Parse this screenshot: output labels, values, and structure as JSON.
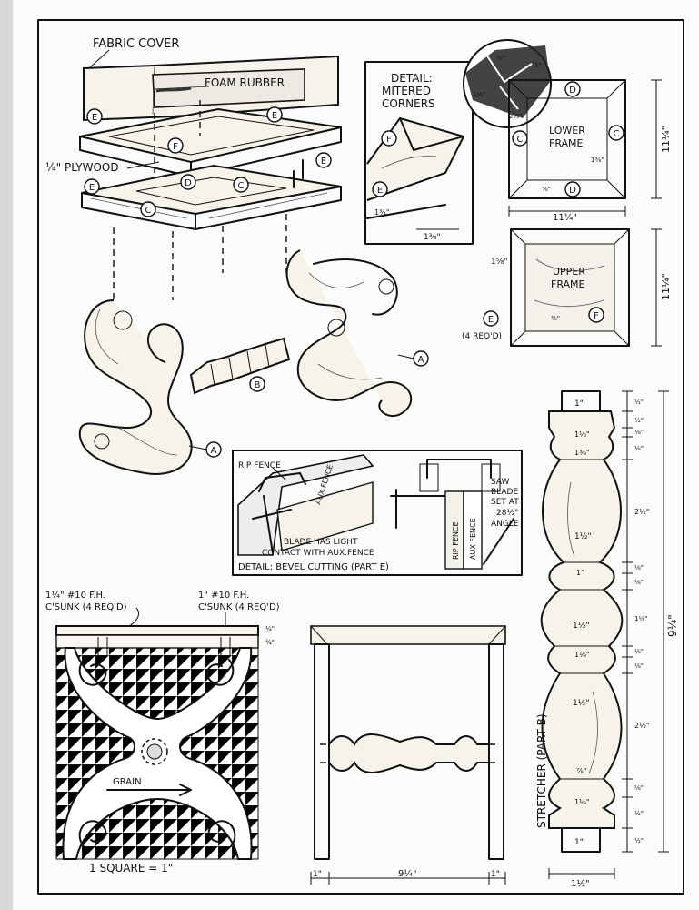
{
  "exploded_view": {
    "fabric_cover": "FABRIC COVER",
    "foam_rubber": "FOAM RUBBER",
    "plywood": "¼\" PLYWOOD",
    "callouts": [
      "E",
      "E",
      "F",
      "E",
      "E",
      "D",
      "C",
      "C",
      "A",
      "A",
      "B"
    ]
  },
  "mitered_detail": {
    "title_line1": "DETAIL:",
    "title_line2": "MITERED",
    "title_line3": "CORNERS",
    "callouts": [
      "F",
      "E"
    ],
    "dim_a": "1¾\"",
    "dim_b": "1⅜\""
  },
  "corner_inset": {
    "dim_a": "½\"",
    "dim_b": "1\"",
    "dim_c": "1⅛\"",
    "dim_d": "2⁷⁄₈\""
  },
  "lower_frame": {
    "label_line1": "LOWER",
    "label_line2": "FRAME",
    "callouts": [
      "D",
      "C",
      "C",
      "D"
    ],
    "dim_width": "11¼\"",
    "dim_height": "11¼\"",
    "dim_small_a": "1⅜\"",
    "dim_small_b": "⅝\""
  },
  "upper_frame": {
    "label_line1": "UPPER",
    "label_line2": "FRAME",
    "callouts": [
      "E",
      "F"
    ],
    "callout_note": "(4 REQ'D)",
    "dim_height": "11¼\"",
    "dim_left": "1⅝\"",
    "dim_small": "⅜\""
  },
  "bevel_detail": {
    "rip_fence": "RIP FENCE",
    "aux_fence": "AUX.FENCE",
    "blade_note_line1": "BLADE HAS LIGHT",
    "blade_note_line2": "CONTACT WITH AUX.FENCE",
    "caption": "DETAIL: BEVEL CUTTING (PART E)",
    "saw_note_line1": "SAW",
    "saw_note_line2": "BLADE",
    "saw_note_line3": "SET AT",
    "saw_note_line4": "28½°",
    "saw_note_line5": "ANGLE",
    "rip_fence_vertical": "RIP FENCE",
    "aux_fence_vertical": "AUX FENCE"
  },
  "side_view": {
    "screw_a_line1": "1¼\" #10 F.H.",
    "screw_a_line2": "C'SUNK (4 REQ'D)",
    "screw_b_line1": "1\" #10 F.H.",
    "screw_b_line2": "C'SUNK (4 REQ'D)",
    "grain": "GRAIN",
    "scale_note": "1 SQUARE = 1\"",
    "dim_a": "¼\"",
    "dim_b": "¾\""
  },
  "front_view": {
    "dim_left": "1\"",
    "dim_center": "9¼\"",
    "dim_right": "1\""
  },
  "stretcher": {
    "label": "STRETCHER (PART B)",
    "top_tenon": "1\"",
    "bottom_tenon": "1\"",
    "dims_center": [
      "1⅛\"",
      "1⅜\"",
      "1½\"",
      "1\"",
      "1½\"",
      "1⅛\"",
      "1½\"",
      "⅞\"",
      "1⅛\""
    ],
    "dims_right": [
      "½\"",
      "½\"",
      "⅛\"",
      "⅛\"",
      "2½\"",
      "⅛\"",
      "⅛\"",
      "1⅛\"",
      "⅛\"",
      "⅛\"",
      "2½\"",
      "⅛\"",
      "½\"",
      "½\""
    ],
    "overall": "9¼\"",
    "bottom_width": "1½\""
  }
}
